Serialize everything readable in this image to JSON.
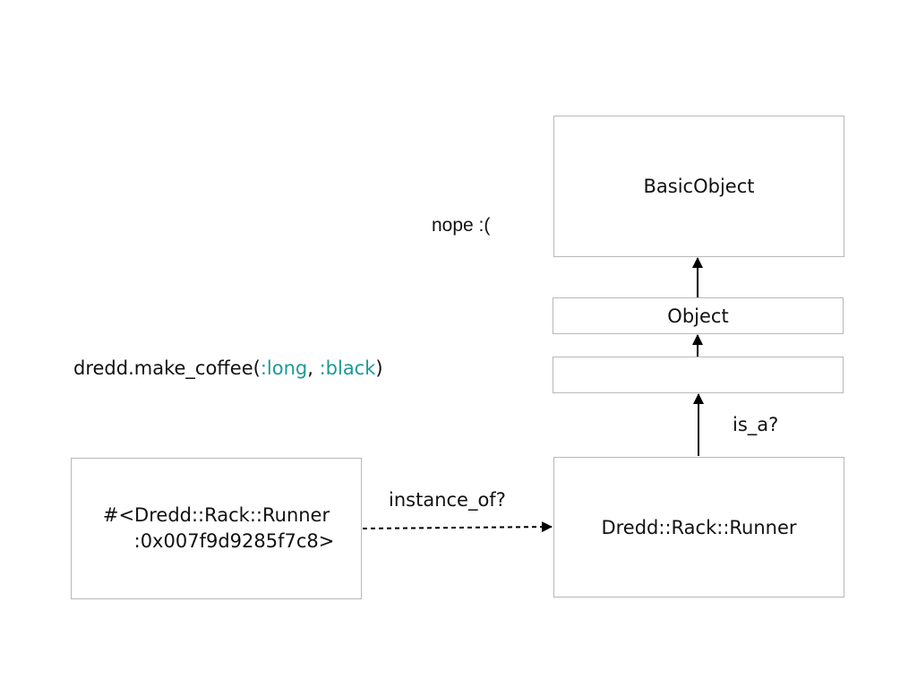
{
  "boxes": {
    "basic_object": "BasicObject",
    "object": "Object",
    "empty": "",
    "runner_class": "Dredd::Rack::Runner",
    "instance_line1": "#<Dredd::Rack::Runner",
    "instance_line2": ":0x007f9d9285f7c8>"
  },
  "labels": {
    "nope": "nope :(",
    "instance_of": "instance_of?",
    "is_a": "is_a?"
  },
  "code": {
    "prefix": "dredd.make_coffee(",
    "arg1": ":long",
    "sep": ", ",
    "arg2": ":black",
    "suffix": ")"
  },
  "colors": {
    "symbol": "#1a9a9a",
    "line": "#000000",
    "box_border": "#b8b8b8"
  }
}
